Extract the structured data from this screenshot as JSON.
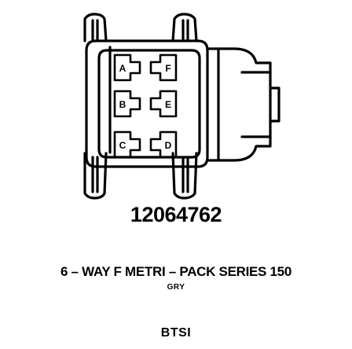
{
  "part_number": "12064762",
  "connector_description": "6 – WAY F METRI – PACK SERIES 150",
  "color_code": "GRY",
  "code": "BTSI",
  "terminals": [
    {
      "letter": "A"
    },
    {
      "letter": "F"
    },
    {
      "letter": "B"
    },
    {
      "letter": "E"
    },
    {
      "letter": "C"
    },
    {
      "letter": "D"
    }
  ],
  "colors": {
    "ink": "#000000",
    "background": "#ffffff"
  }
}
